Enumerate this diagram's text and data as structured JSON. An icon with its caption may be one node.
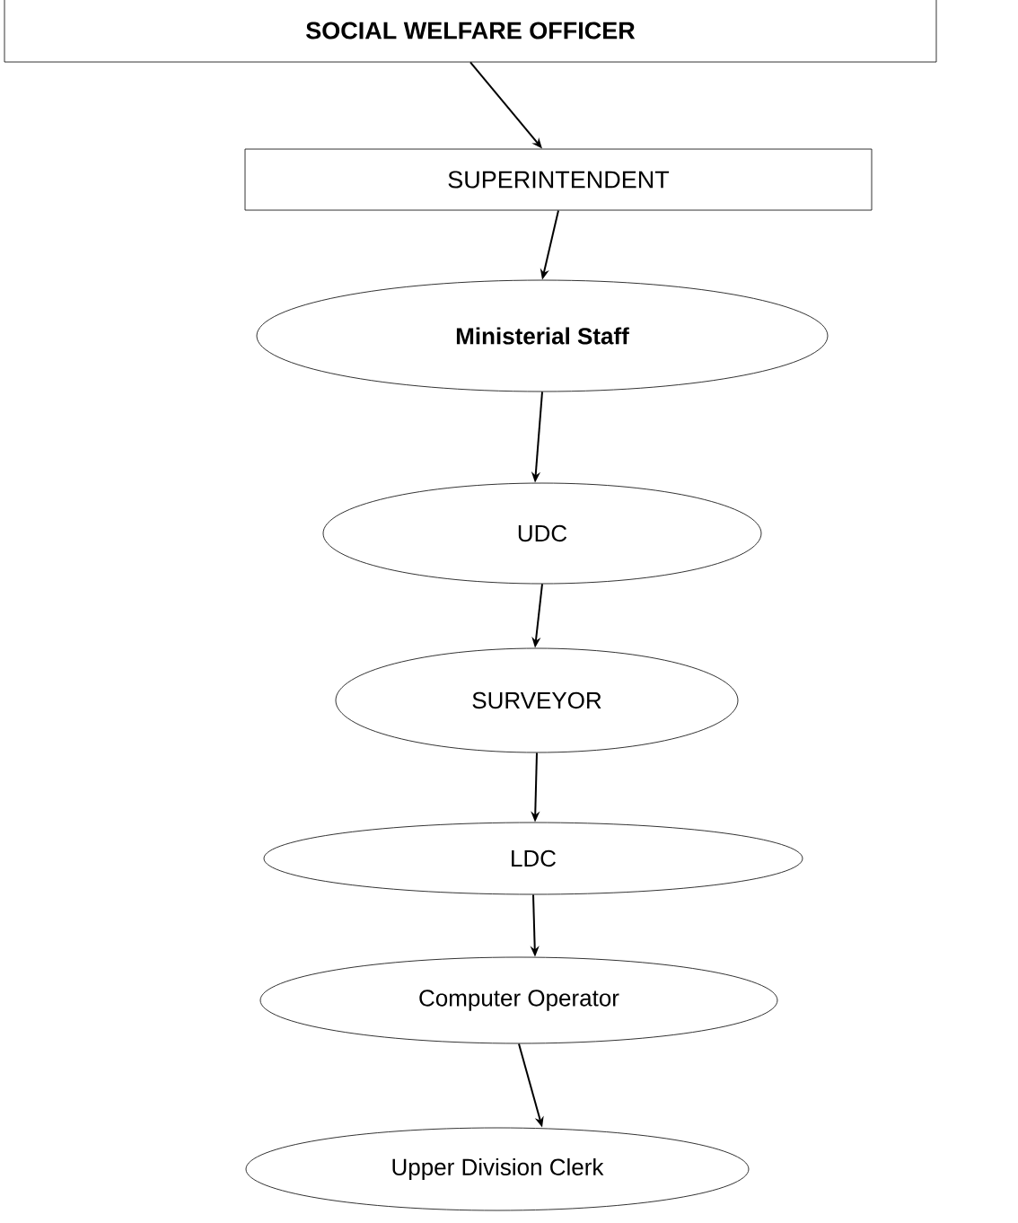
{
  "diagram": {
    "nodes": [
      {
        "text": [
          "SOCIAL WELFARE OFFICER"
        ]
      },
      {
        "text": [
          "SUPERINTENDENT"
        ]
      },
      {
        "text": [
          "Ministerial Staff"
        ]
      },
      {
        "text": [
          "UDC"
        ]
      },
      {
        "text": [
          "SURVEYOR"
        ]
      },
      {
        "text": [
          "LDC"
        ]
      },
      {
        "text": [
          "Computer Operator"
        ]
      },
      {
        "text": [
          "Upper Division Clerk"
        ]
      }
    ],
    "edges": [
      {
        "from": 0,
        "to": 1,
        "arrow": "to"
      },
      {
        "from": 1,
        "to": 2,
        "arrow": "to"
      },
      {
        "from": 2,
        "to": 3,
        "arrow": "to"
      },
      {
        "from": 3,
        "to": 4,
        "arrow": "to"
      },
      {
        "from": 4,
        "to": 5,
        "arrow": "to"
      },
      {
        "from": 5,
        "to": 6,
        "arrow": "to"
      },
      {
        "from": 6,
        "to": 7,
        "arrow": "to"
      }
    ]
  }
}
